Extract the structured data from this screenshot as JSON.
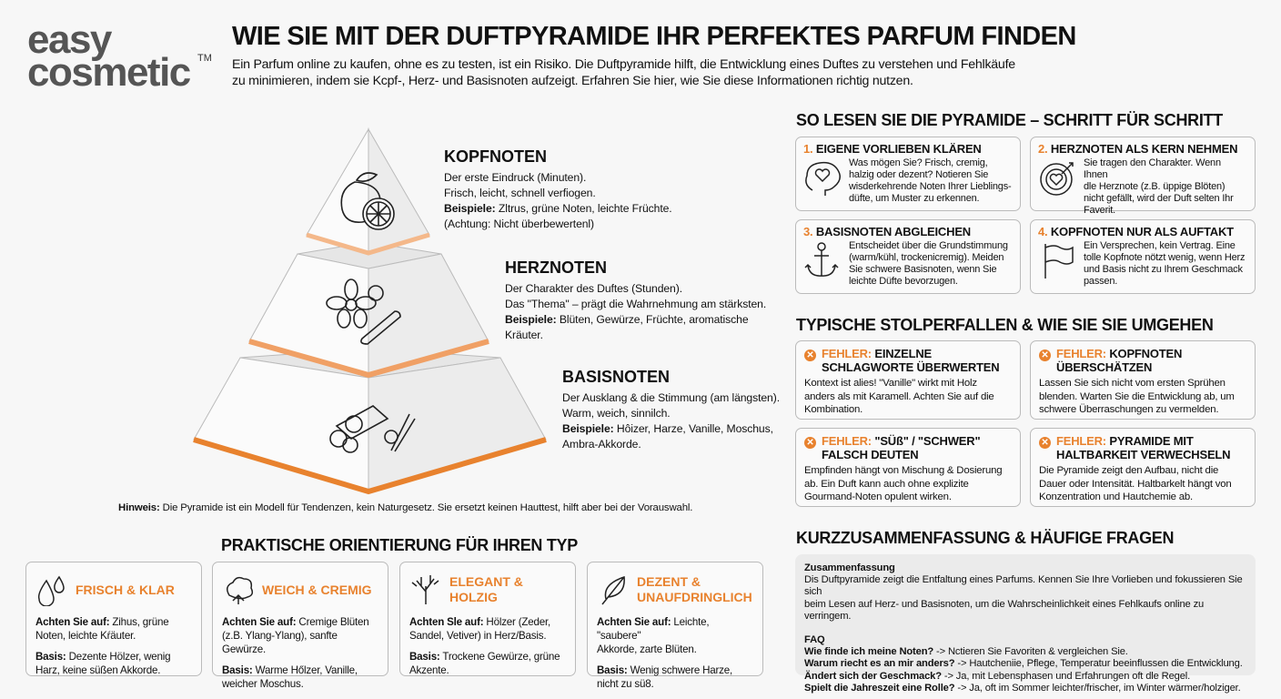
{
  "brand": {
    "logo_line1": "easy",
    "logo_line2": "cosmetic",
    "trademark": "TM"
  },
  "header": {
    "title": "WIE SIE MIT DER DUFTPYRAMIDE IHR PERFEKTES PARFUM FINDEN",
    "subtitle": "Ein Parfum online zu kaufen, ohne es zu testen, ist ein Risiko. Die Duftpyramide hilft, die Entwicklung eines Duftes zu verstehen und Fehlkäufe\nzu minimieren, indem sie Kcpf-, Herz- und Basisnoten aufzeigt. Erfahren Sie hier, wie Sie diese Informationen richtig nutzen."
  },
  "colors": {
    "accent": "#e8822e",
    "background": "#f7f7f7"
  },
  "pyramid": {
    "tiers": [
      {
        "title": "KOPFNOTEN",
        "text": "Der erste Eindruck (Minuten).\nFrisch, leicht, schnell verfiogen.",
        "examples_label": "Beispiele:",
        "examples": " Zltrus, grüne Noten, leichte Früchte.",
        "extra": "(Achtung: Nicht überbewertenl)",
        "icon": "citrus-icon"
      },
      {
        "title": "HERZNOTEN",
        "text": "Der Charakter des Duftes (Stunden).\nDas \"Thema\" – prägt die Wahrnehmung am stärksten.",
        "examples_label": "Beispiele:",
        "examples": " Blüten, Gewürze, Früchte, aromatische\nKräuter.",
        "icon": "flower-cinnamon-icon"
      },
      {
        "title": "BASISNOTEN",
        "text": "Der Ausklang & die Stimmung (am längsten).\nWarm, weich, sinnilch.",
        "examples_label": "Beispiele:",
        "examples": " Hôizer, Harze, Vanille, Moschus,\nAmbra-Akkorde.",
        "icon": "wood-vanilla-icon"
      }
    ],
    "hint_label": "Hinweis:",
    "hint": " Die Pyramide ist ein Modell für Tendenzen, kein Naturgesetz. Sie ersetzt keinen Hauttest, hilft aber bei der Vorauswahl."
  },
  "types": {
    "heading": "PRAKTISCHE ORIENTIERUNG FÜR IHREN TYP",
    "items": [
      {
        "name": "FRISCH & KLAR",
        "icon": "droplets-icon",
        "look_label": "Achten Sie auf:",
        "look": " Zihus, grüne\nNoten, leichte Kŕäuter.",
        "base_label": "Basis:",
        "base": " Dezente Hölzer, wenig\nHarz, keine süßen Akkorde."
      },
      {
        "name": "WEICH & CREMIG",
        "icon": "cotton-icon",
        "look_label": "Achten Sie auf:",
        "look": " Cremige Blüten\n(z.B. Ylang-Ylang), sanfte Gewürze.",
        "base_label": "Basis:",
        "base": " Warme Hőlzer, Vanille,\nweicher Moschus."
      },
      {
        "name": "ELEGANT & HOLZIG",
        "icon": "tree-icon",
        "look_label": "Achten Sle auf:",
        "look": " Hölzer (Zeder,\nSandel, Vetiver) in Herz/Basis.",
        "base_label": "Basis:",
        "base": " Trockene Gewürze, grüne\nAkzente."
      },
      {
        "name": "DEZENT &\nUNAUFDRINGLICH",
        "icon": "feather-icon",
        "look_label": "Achten Sie auf:",
        "look": " Leichte, \"saubere\"\nAkkorde, zarte Blüten.",
        "base_label": "Basis:",
        "base": " Wenig schwere Harze,\nnicht zu sü8."
      }
    ]
  },
  "steps": {
    "heading": "SO LESEN SIE DIE PYRAMIDE – SCHRITT FÜR SCHRITT",
    "items": [
      {
        "num": "1.",
        "title": " EIGENE VORLIEBEN KLÄREN",
        "icon": "brain-heart-icon",
        "text": "Was mögen Sie? Frisch, cremig,\nhalzig oder dezent? Notieren Sie\nwisderkehrende Noten Ihrer Lieblings-\ndüfte, um Muster zu erkennen."
      },
      {
        "num": "2.",
        "title": " HERZNOTEN ALS KERN NEHMEN",
        "icon": "target-heart-icon",
        "text": "Sie tragen den Charakter. Wenn Ihnen\ndle Herznote (z.B. üppige Blöten)\nnicht gefällt, wird der Duft selten Ihr\nFaverit."
      },
      {
        "num": "3.",
        "title": " BASISNOTEN ABGLEICHEN",
        "icon": "anchor-icon",
        "text": "Entscheidet über die Grundstimmung\n(warm/kühl, trockenicremig). Meiden\nSie schwere Basisnoten, wenn Sie\nleichte Düfte bevorzugen."
      },
      {
        "num": "4.",
        "title": " KOPFNOTEN NUR ALS AUFTAKT",
        "icon": "flag-icon",
        "text": "Ein Versprechen, kein Vertrag. Eine\ntolle Kopfnote nötzt wenig, wenn Herz\nund Basis nicht zu Ihrem Geschmack\npassen."
      }
    ]
  },
  "pitfalls": {
    "heading": "TYPISCHE STOLPERFALLEN & WIE SIE SIE UMGEHEN",
    "label": "FEHLER:",
    "items": [
      {
        "title": " EINZELNE\nSCHLAGWORTE ÜBERWERTEN",
        "text": "Kontext ist alies! \"Vanille\" wirkt mit Holz\nanders als mit Karamell. Achten Sie auf die\nKombination."
      },
      {
        "title": " KOPFNOTEN\nÜBERSCHÄTZEN",
        "text": "Lassen Sie sich nicht vom ersten Sprühen\nblenden. Warten Sie die Entwicklung ab, um\nschwere Überraschungen zu vermelden."
      },
      {
        "title": " \"SÜß\" / \"SCHWER\"\nFALSCH DEUTEN",
        "text": "Empfinden hängt von Mischung & Dosierung\nab. Ein Duft kann auch ohne explizite\nGourmand-Noten opulent wirken."
      },
      {
        "title": " PYRAMIDE MIT\nHALTBARKEIT VERWECHSELN",
        "text": "Die Pyramide zeigt den Aufbau, nicht die\nDauer oder Intensität. Haltbarkelt hängt von\nKonzentration und Hautchemie ab."
      }
    ]
  },
  "summary": {
    "heading": "KURZZUSAMMENFASSUNG & HÄUFIGE FRAGEN",
    "label": "Zusammenfassung",
    "text": "Dis Duftpyramide zeigt die Entfaltung eines Parfums. Kennen Sie Ihre Vorlieben und fokussieren Sie sich\nbeim Lesen auf Herz- und Basisnoten, um die Wahrscheinlichkeit eines Fehlkaufs online zu verringem.",
    "faq_label": "FAQ",
    "faq": [
      {
        "q": "Wie finde ich meine Noten?",
        "a": " -> Nctieren Sie Favoriten & vergleichen Sie."
      },
      {
        "q": "Warum riecht es an mir anders?",
        "a": " -> Hautcheniie, Pflege, Temperatur beeinflussen die Entwicklung."
      },
      {
        "q": "Ändert sich der Geschmack?",
        "a": " -> Ja, mit Lebensphasen und Erfahrungen oft dle Regel."
      },
      {
        "q": "Spielt die Jahreszeit eine Rolle?",
        "a": " -> Ja, oft im Sommer leichter/frischer, im Winter wärmer/holziger."
      }
    ]
  }
}
